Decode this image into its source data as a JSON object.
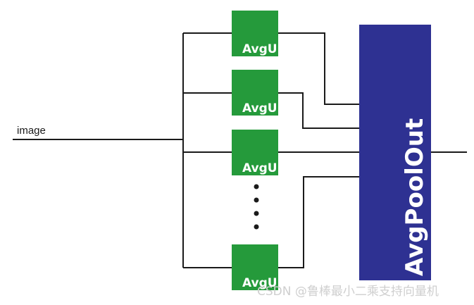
{
  "input_label": "image",
  "unit_label": "AvgU",
  "output_block_label": "AvgPoolOut",
  "watermark": "CSDN @鲁棒最小二乘支持向量机",
  "colors": {
    "unit_fill": "#259a3b",
    "output_fill": "#2e3192",
    "wire": "#1a1a1a"
  }
}
